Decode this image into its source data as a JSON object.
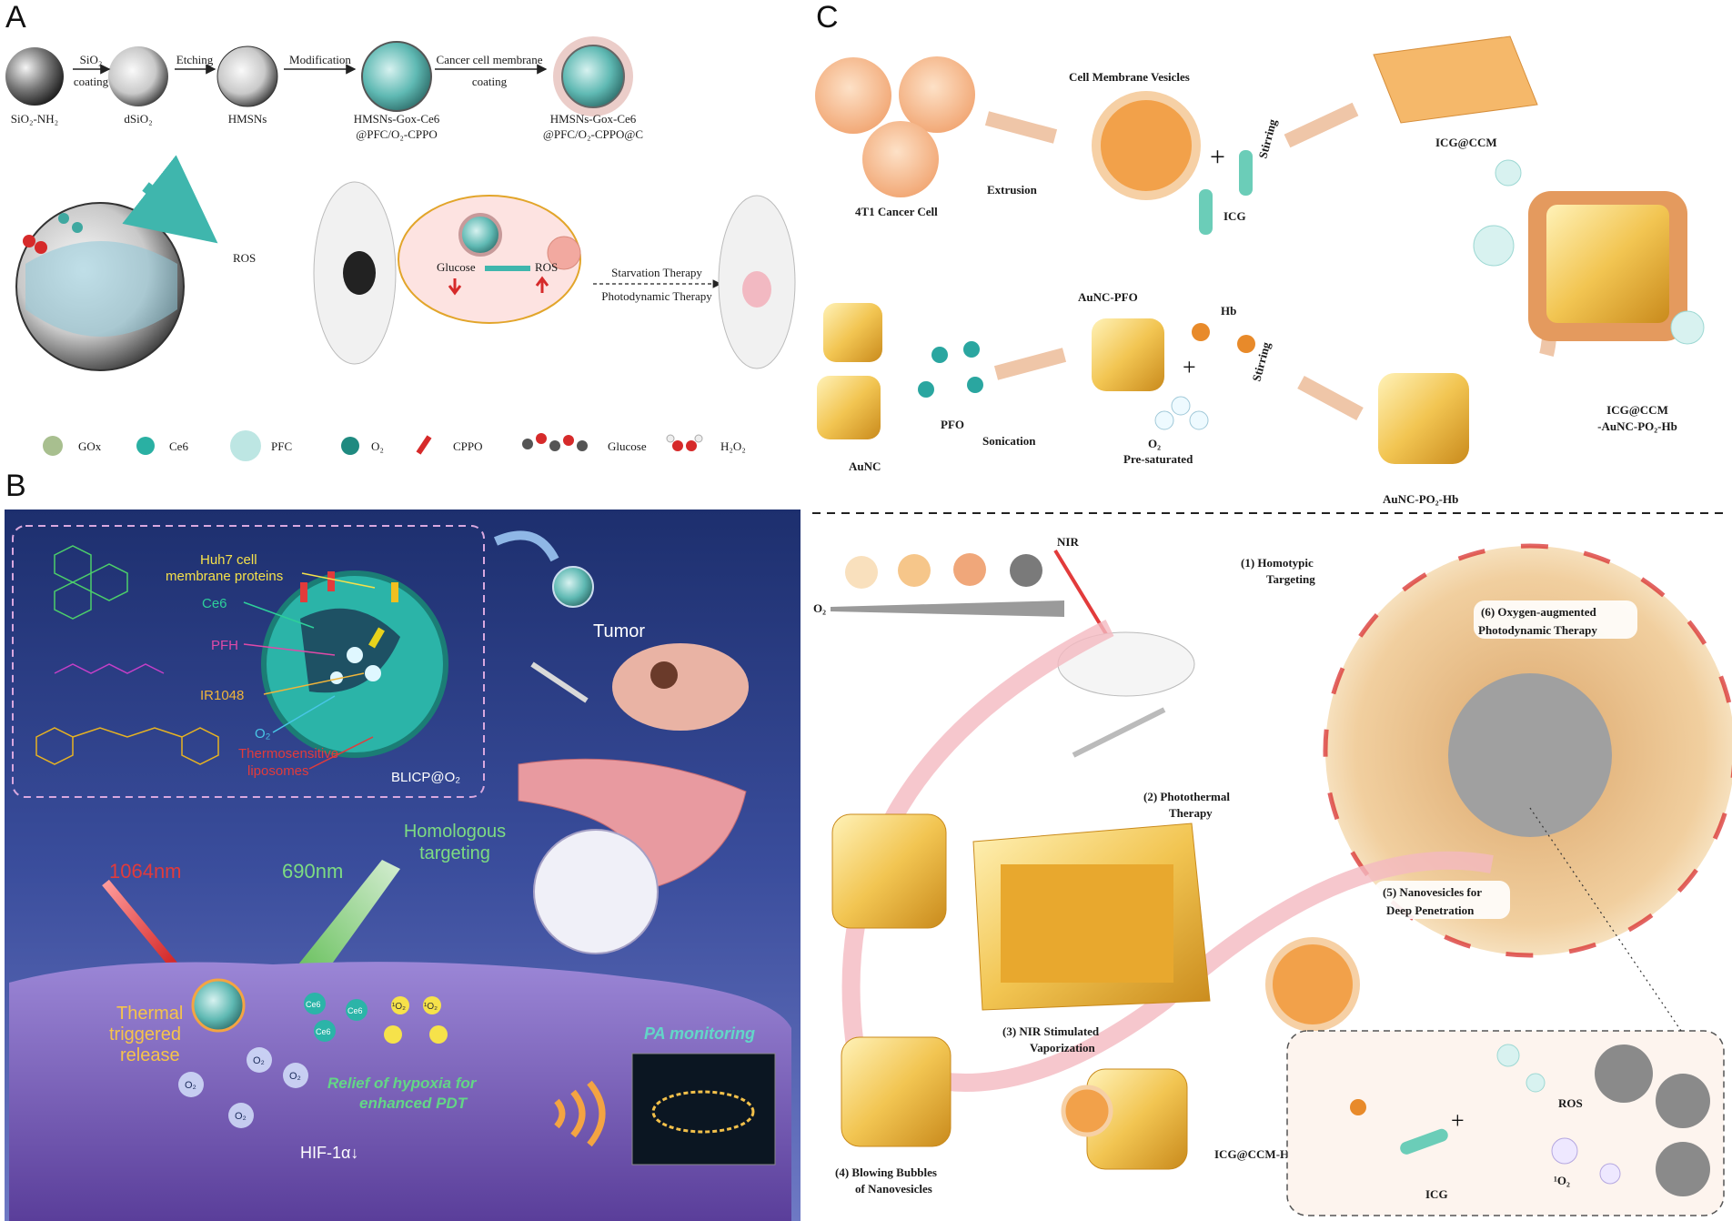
{
  "panels": {
    "a": "A",
    "b": "B",
    "c": "C"
  },
  "panel_a": {
    "stages": [
      "SiO₂-NH₂",
      "dSiO₂",
      "HMSNs",
      "HMSNs-Gox-Ce6",
      "@PFC/O₂-CPPO",
      "HMSNs-Gox-Ce6",
      "@PFC/O₂-CPPO@C"
    ],
    "steps": [
      "SiO₂",
      "coating",
      "Etching",
      "Modification",
      "Cancer cell membrane",
      "coating"
    ],
    "ros": "ROS",
    "glucose": "Glucose",
    "ros2": "ROS",
    "therapy1": "Starvation Therapy",
    "therapy2": "Photodynamic Therapy",
    "legend": [
      "GOx",
      "Ce6",
      "PFC",
      "O₂",
      "CPPO",
      "Glucose",
      "H₂O₂"
    ]
  },
  "panel_b": {
    "huh7": "Huh7 cell",
    "membrane": "membrane proteins",
    "ce6": "Ce6",
    "pfh": "PFH",
    "ir1048": "IR1048",
    "o2": "O₂",
    "thermo1": "Thermosensitive",
    "thermo2": "liposomes",
    "blicp": "BLICP@O₂",
    "tumor": "Tumor",
    "homologous1": "Homologous",
    "homologous2": "targeting",
    "laser1064": "1064nm",
    "laser690": "690nm",
    "thermal1": "Thermal",
    "thermal2": "triggered",
    "thermal3": "release",
    "relief1": "Relief of hypoxia for",
    "relief2": "enhanced PDT",
    "pa": "PA monitoring",
    "hif": "HIF-1α↓",
    "o2_mol": "O₂",
    "ce6_mol": "Ce6",
    "singlet": "¹O₂"
  },
  "panel_c": {
    "cell": "4T1 Cancer Cell",
    "extrusion": "Extrusion",
    "vesicles": "Cell Membrane Vesicles",
    "stirring": "Stirring",
    "icg": "ICG",
    "icgccm": "ICG@CCM",
    "aunc": "AuNC",
    "pfo": "PFO",
    "sonication": "Sonication",
    "auncpfo": "AuNC-PFO",
    "hb": "Hb",
    "o2pre1": "O₂",
    "o2pre2": "Pre-saturated",
    "auncpo2hb": "AuNC-PO₂-Hb",
    "final1": "ICG@CCM",
    "final2": "-AuNC-PO₂-Hb",
    "nir": "NIR",
    "o2": "O₂",
    "s1a": "(1) Homotypic",
    "s1b": "Targeting",
    "s2a": "(2) Photothermal",
    "s2b": "Therapy",
    "s3a": "(3) NIR Stimulated",
    "s3b": "Vaporization",
    "s4a": "(4) Blowing Bubbles",
    "s4b": "of Nanovesicles",
    "s5a": "(5) Nanovesicles for",
    "s5b": "Deep Penetration",
    "s6a": "(6) Oxygen-augmented",
    "s6b": "Photodynamic Therapy",
    "icgccmhb": "ICG@CCM-Hb",
    "ros": "ROS",
    "icg2": "ICG",
    "singlet": "¹O₂"
  }
}
